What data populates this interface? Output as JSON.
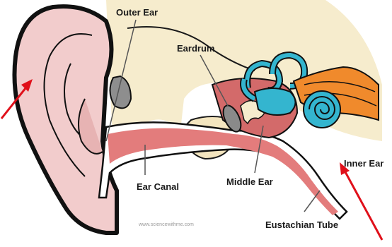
{
  "labels": {
    "outer_ear": "Outer Ear",
    "eardrum": "Eardrum",
    "inner_ear": "Inner Ear",
    "ear_canal": "Ear Canal",
    "middle_ear": "Middle Ear",
    "eustachian_tube": "Eustachian Tube"
  },
  "watermark": "www.sciencewithme.com",
  "colors": {
    "skin": "#f2cccc",
    "skin_dark": "#e7b3b3",
    "bone": "#f6eccd",
    "canal": "#e37c7c",
    "cochlea": "#34b5cf",
    "nerve": "#f08a2c",
    "outline": "#111111",
    "arrow": "#e0101a"
  }
}
